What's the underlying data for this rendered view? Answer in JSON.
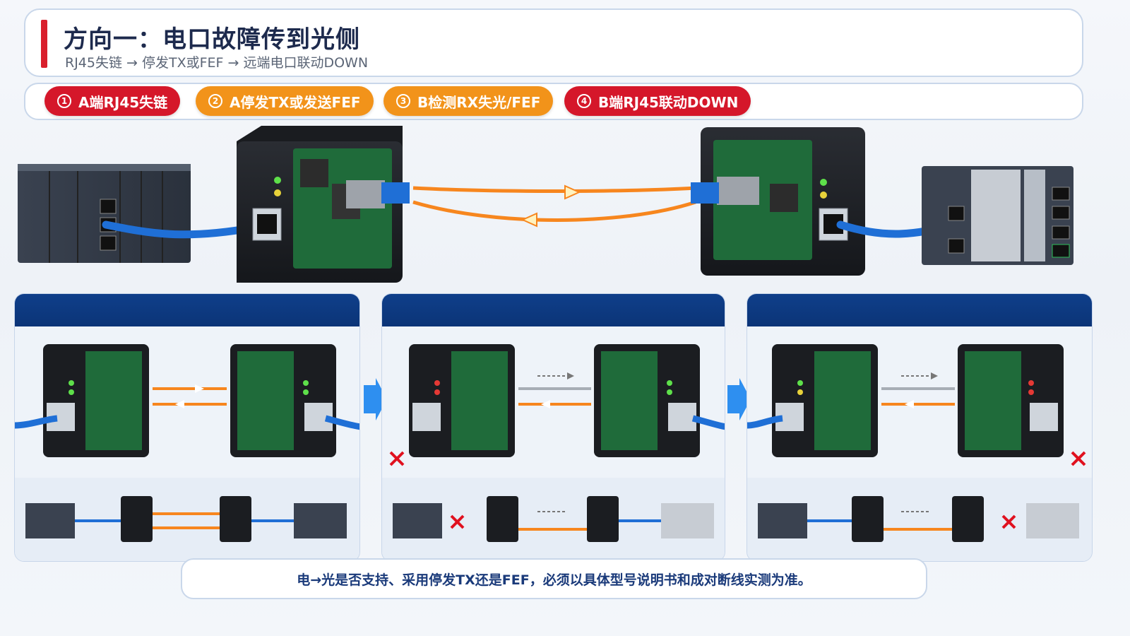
{
  "header": {
    "title": "方向一：电口故障传到光侧",
    "subtitle": "RJ45失链 → 停发TX或FEF → 远端电口联动DOWN"
  },
  "steps": [
    {
      "num": "1",
      "label": "A端RJ45失链",
      "color": "#d5172a"
    },
    {
      "num": "2",
      "label": "A停发TX或发送FEF",
      "color": "#f2931a"
    },
    {
      "num": "3",
      "label": "B检测RX失光/FEF",
      "color": "#f2931a"
    },
    {
      "num": "4",
      "label": "B端RJ45联动DOWN",
      "color": "#d5172a"
    }
  ],
  "footer": {
    "note": "电→光是否支持、采用停发TX还是FEF，必须以具体型号说明书和成对断线实测为准。"
  },
  "colors": {
    "accent_red": "#d91f2c",
    "fiber_orange": "#f7861e",
    "cable_blue": "#1f6fd6",
    "panel_head": "#0f3f8a"
  }
}
